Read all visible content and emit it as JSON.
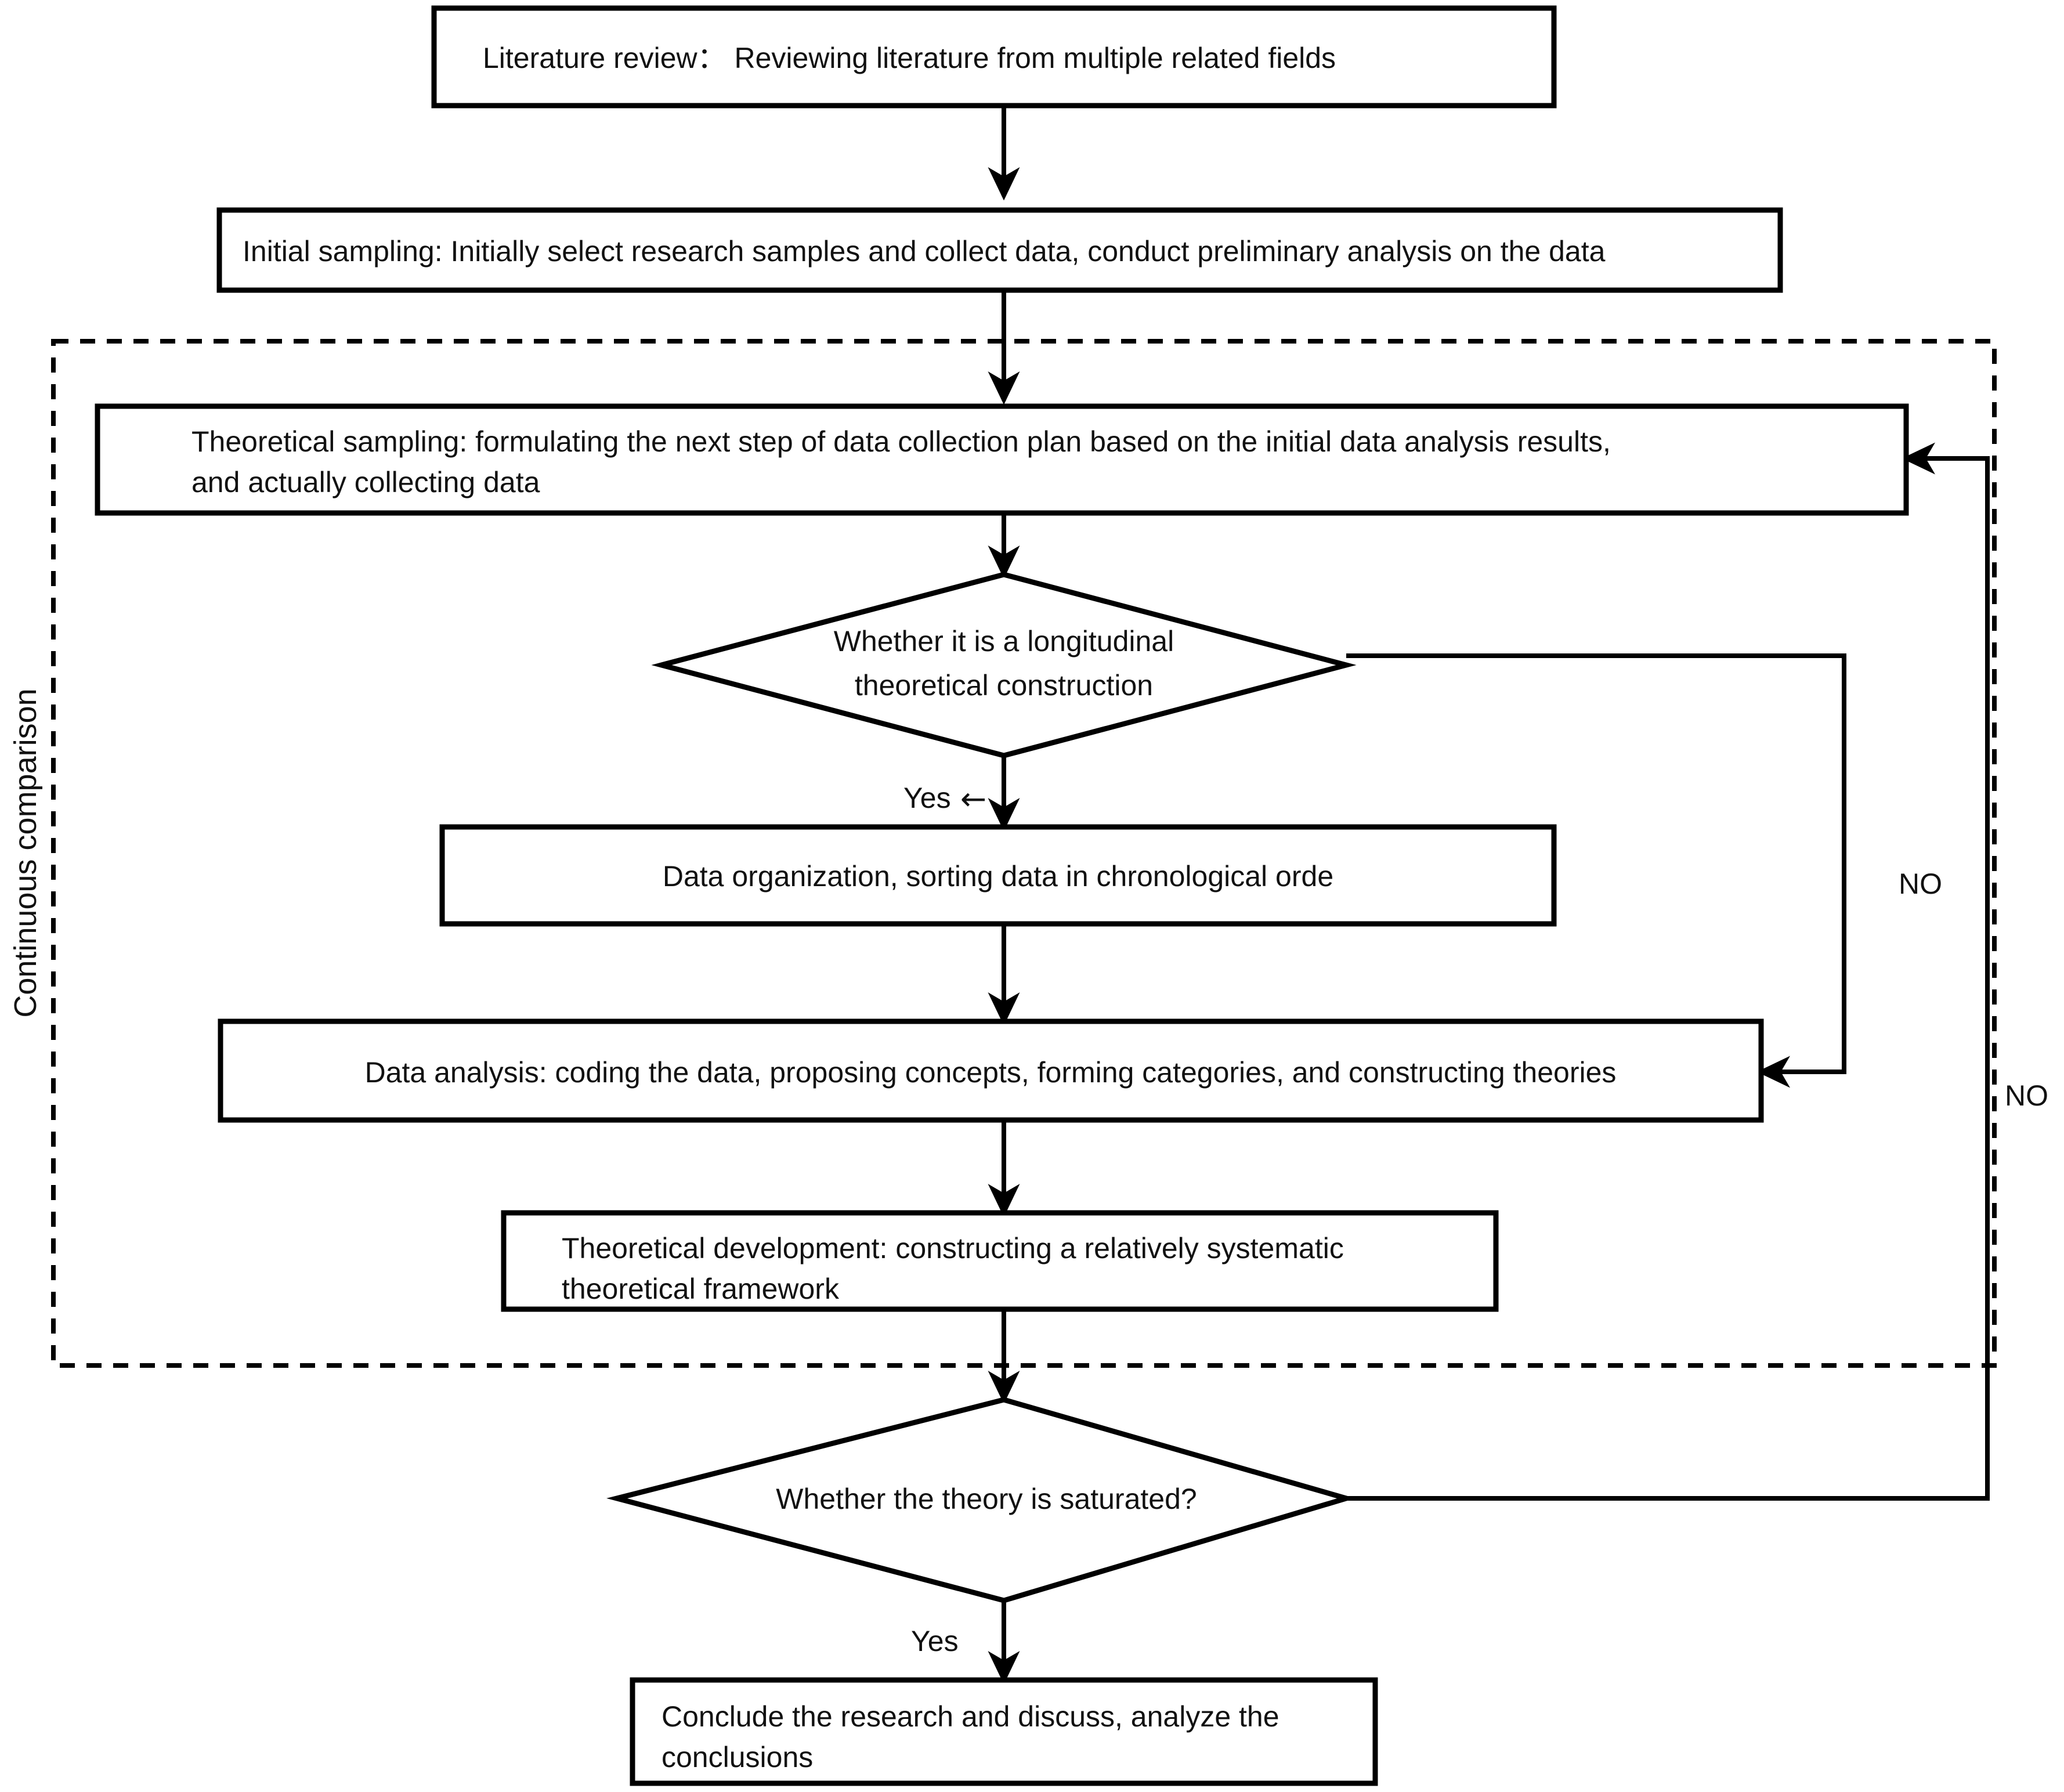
{
  "diagram": {
    "type": "flowchart",
    "title_present": false,
    "background_color": "#ffffff",
    "line_color": "#000000",
    "text_color": "#111111",
    "region": {
      "label": "Continuous comparison",
      "border_style": "dashed",
      "orientation": "vertical-label-left"
    },
    "nodes": [
      {
        "id": "literature-review",
        "shape": "rectangle",
        "lines": [
          "Literature review： Reviewing literature from multiple related fields"
        ]
      },
      {
        "id": "initial-sampling",
        "shape": "rectangle",
        "lines": [
          "Initial sampling: Initially select research samples and collect data, conduct preliminary analysis on the data"
        ]
      },
      {
        "id": "theoretical-sampling",
        "shape": "rectangle",
        "lines": [
          "Theoretical sampling: formulating the next step of data collection plan based on the initial data analysis results,",
          "and actually collecting data"
        ]
      },
      {
        "id": "longitudinal-decision",
        "shape": "diamond",
        "lines": [
          "Whether it is a longitudinal",
          "theoretical construction"
        ]
      },
      {
        "id": "data-organization",
        "shape": "rectangle",
        "lines": [
          "Data organization, sorting data in chronological orde"
        ]
      },
      {
        "id": "data-analysis",
        "shape": "rectangle",
        "lines": [
          "Data analysis: coding the data, proposing concepts, forming categories, and constructing theories"
        ]
      },
      {
        "id": "theoretical-development",
        "shape": "rectangle",
        "lines": [
          "Theoretical development: constructing a relatively systematic",
          "theoretical framework"
        ]
      },
      {
        "id": "saturation-decision",
        "shape": "diamond",
        "lines": [
          "Whether the theory is saturated?"
        ]
      },
      {
        "id": "conclude-research",
        "shape": "rectangle",
        "lines": [
          "Conclude the research and discuss, analyze the",
          "conclusions"
        ]
      }
    ],
    "edge_labels": {
      "longitudinal_yes": "Yes",
      "longitudinal_yes_glyph": "←",
      "longitudinal_no": "NO",
      "saturation_no": "NO",
      "saturation_yes": "Yes"
    }
  }
}
